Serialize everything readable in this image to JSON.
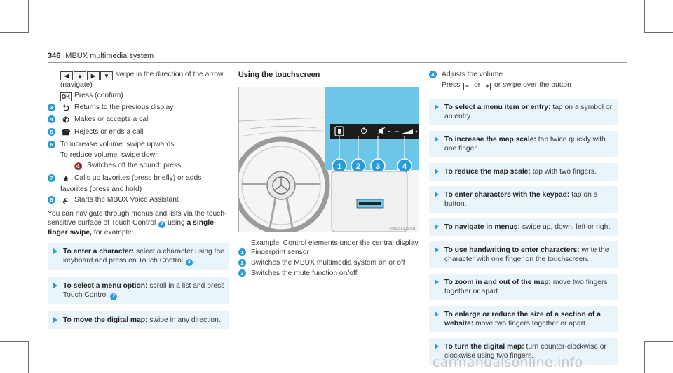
{
  "header": {
    "page_number": "346",
    "title": "MBUX multimedia system"
  },
  "col1": {
    "navigate": "swipe in the direction of the arrow (navigate)",
    "ok_icon": "OK",
    "ok_text": "Press (confirm)",
    "items": [
      {
        "num": "3",
        "icon": "back-arrow-icon",
        "text": "Returns to the previous display"
      },
      {
        "num": "4",
        "icon": "phone-accept-icon",
        "text": "Makes or accepts a call"
      },
      {
        "num": "5",
        "icon": "phone-reject-icon",
        "text": "Rejects or ends a call"
      },
      {
        "num": "6",
        "text": "To increase volume: swipe upwards"
      }
    ],
    "vol_down": "To reduce volume: swipe down",
    "mute": "Switches off the sound: press",
    "fav": {
      "num": "7",
      "text": "Calls up favorites (press briefly) or adds favorites (press and hold)"
    },
    "voice": {
      "num": "8",
      "text": "Starts the MBUX Voice Assistant"
    },
    "para_pre": "You can navigate through menus and lists via the touch-sensitive surface of Touch Control",
    "para_using": "using",
    "para_bold": "a single-finger swipe,",
    "para_post": "for example:",
    "bullets": [
      {
        "bold": "To enter a character:",
        "pre": "select a character using the keyboard and press on Touch Control",
        "num": "2",
        "post": "."
      },
      {
        "bold": "To select a menu option:",
        "pre": "scroll in a list and press Touch Control",
        "num": "2",
        "post": "."
      },
      {
        "bold": "To move the digital map:",
        "pre": "swipe in any direction.",
        "num": "",
        "post": ""
      }
    ]
  },
  "col2": {
    "title": "Using the touchscreen",
    "figure_id": "P68.20-3050-31",
    "callouts": [
      "1",
      "2",
      "3",
      "4"
    ],
    "caption": "Example: Control elements under the central display",
    "items": [
      {
        "num": "1",
        "text": "Fingerprint sensor"
      },
      {
        "num": "2",
        "text": "Switches the MBUX multimedia system on or off"
      },
      {
        "num": "3",
        "text": "Switches the mute function on/off"
      }
    ]
  },
  "col3": {
    "item4": {
      "num": "4",
      "text": "Adjusts the volume"
    },
    "press_pre": "Press",
    "minus": "−",
    "or": "or",
    "plus": "+",
    "press_post": "or swipe over the button",
    "bullets": [
      {
        "bold": "To select a menu item or entry:",
        "text": "tap on a symbol or an entry."
      },
      {
        "bold": "To increase the map scale:",
        "text": "tap twice quickly with one finger."
      },
      {
        "bold": "To reduce the map scale:",
        "text": "tap with two fingers."
      },
      {
        "bold": "To enter characters with the keypad:",
        "text": "tap on a button."
      },
      {
        "bold": "To navigate in menus:",
        "text": "swipe up, down, left or right."
      },
      {
        "bold": "To use handwriting to enter characters:",
        "text": "write the character with one finger on the touchscreen."
      },
      {
        "bold": "To zoom in and out of the map:",
        "text": "move two fingers together or apart."
      },
      {
        "bold": "To enlarge or reduce the size of a section of a website:",
        "text": "move two fingers together or apart."
      },
      {
        "bold": "To turn the digital map:",
        "text": "turn counter-clockwise or clockwise using two fingers."
      }
    ]
  },
  "watermark": "carmanualsonline.info",
  "colors": {
    "accent": "#2b9bd6",
    "bullet_bg": "#eaf4fb",
    "screen": "#6cc6e8"
  }
}
